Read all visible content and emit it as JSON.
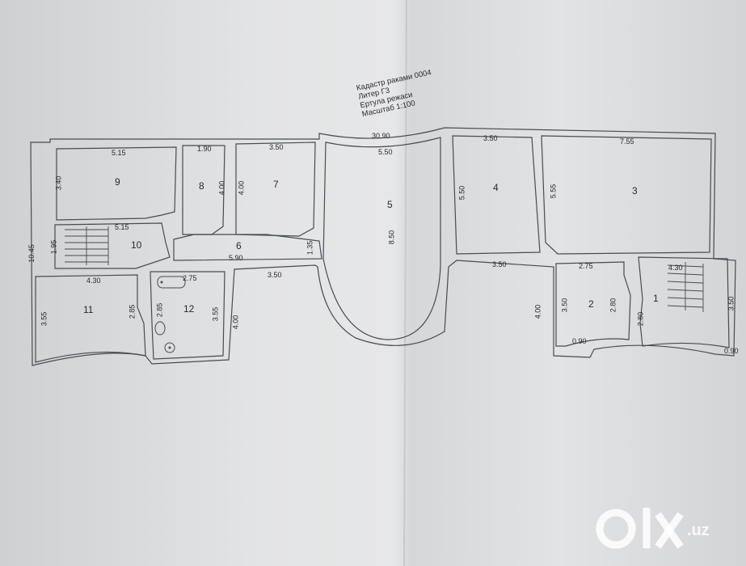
{
  "title_block": {
    "line1": "Кадастр раками 0004",
    "line2": "Литер Г3",
    "line3": "Ертула режаси",
    "line4": "Масштаб 1:100"
  },
  "rooms": {
    "r1": "1",
    "r2": "2",
    "r3": "3",
    "r4": "4",
    "r5": "5",
    "r6": "6",
    "r7": "7",
    "r8": "8",
    "r9": "9",
    "r10": "10",
    "r11": "11",
    "r12": "12"
  },
  "dims": {
    "total_width": "30.90",
    "r9_w": "5.15",
    "r9_h": "3.40",
    "r8_w": "1.90",
    "r8_h": "4.00",
    "r7_w": "3.50",
    "r7_h": "4.00",
    "r5_w": "5.50",
    "r5_h": "8.50",
    "r4_w": "3.50",
    "r4_h": "5.50",
    "r3_w": "7.55",
    "r3_h": "5.55",
    "total_height": "10.45",
    "r10_w": "5.15",
    "r10_h": "1.95",
    "r6_w": "5.90",
    "r6_h": "1.35",
    "r11_w": "4.30",
    "r11_h": "3.55",
    "r11_door": "2.85",
    "r12_w": "2.75",
    "r12_h": "3.55",
    "r12_door": "2.85",
    "south_w": "3.50",
    "south_h": "4.00",
    "east_corr_w": "3.50",
    "east_h": "4.00",
    "r2_w": "2.75",
    "r2_h": "3.50",
    "r2_door": "2.80",
    "r2_bottom": "0.90",
    "r1_w": "4.30",
    "r1_h": "3.50",
    "r1_door": "2.80",
    "r1_bottom": "0.90"
  },
  "watermark": {
    "brand": "olx",
    "tld": ".uz"
  },
  "colors": {
    "paper": "#e4e5e6",
    "ink": "#4a4a52",
    "text": "#2a2a2e"
  }
}
